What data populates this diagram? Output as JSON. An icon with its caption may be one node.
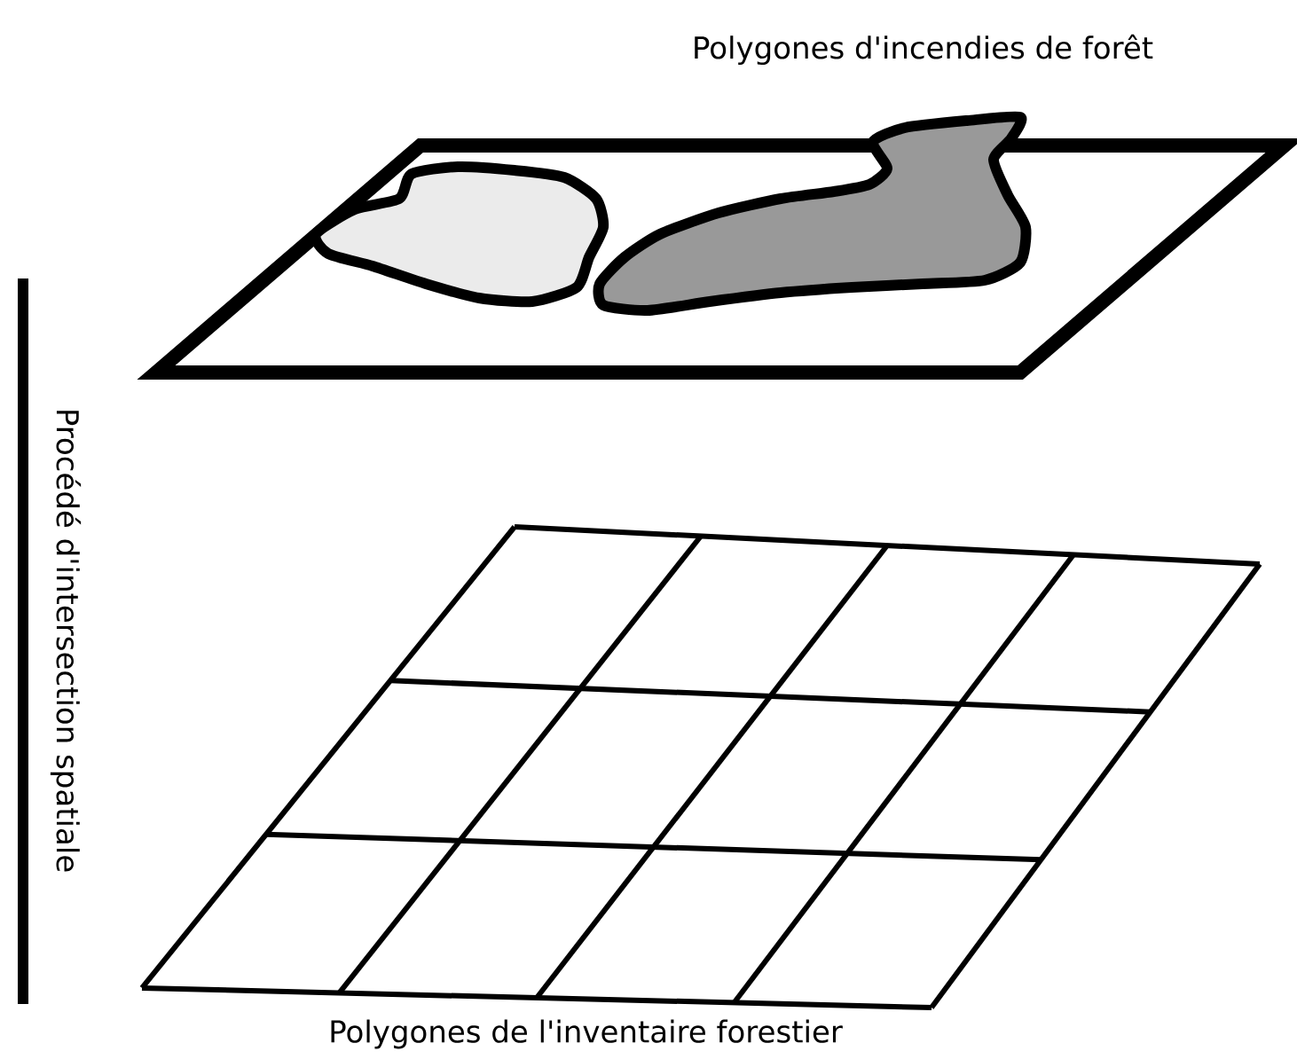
{
  "diagram": {
    "labels": [
      "Polygones d'incendies de forêt",
      "Procédé d'intersection spatiale",
      "Polygones de l'inventaire forestier"
    ]
  }
}
